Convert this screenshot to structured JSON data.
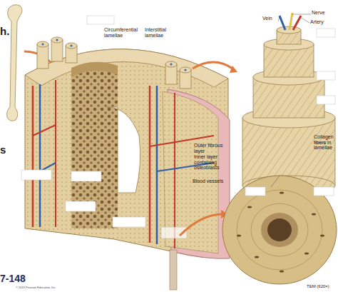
{
  "diagram": {
    "labels": [
      "h.",
      "Circumferential lamellae",
      "Interstitial lamellae",
      "Vein",
      "Nerve",
      "Artery",
      "Collagen fibers in lamellae",
      "Outer fibrous layer",
      "Inner layer containing osteoblasts",
      "Blood vessels",
      "s",
      "TEM (620×)",
      "7-148",
      "© 2019 Pearson Education, Inc."
    ]
  }
}
